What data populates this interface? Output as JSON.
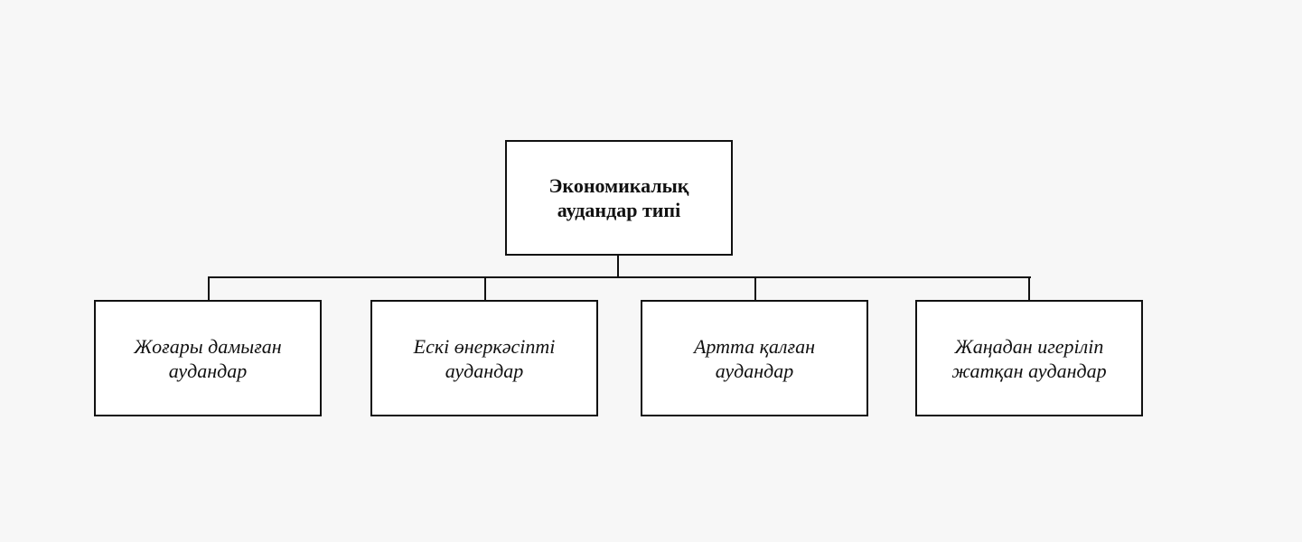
{
  "diagram": {
    "root": {
      "line1": "Экономикалық",
      "line2": "аудандар типі"
    },
    "children": [
      {
        "line1": "Жоғары дамыған",
        "line2": "аудандар"
      },
      {
        "line1": "Ескі өнеркәсіпті",
        "line2": "аудандар"
      },
      {
        "line1": "Артта қалған",
        "line2": "аудандар"
      },
      {
        "line1": "Жаңадан игеріліп",
        "line2": "жатқан аудандар"
      }
    ]
  }
}
